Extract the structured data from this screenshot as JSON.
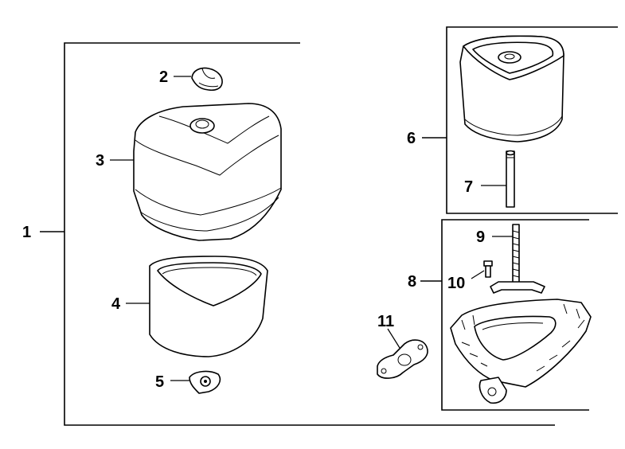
{
  "callouts": {
    "c1": "1",
    "c2": "2",
    "c3": "3",
    "c4": "4",
    "c5": "5",
    "c6": "6",
    "c7": "7",
    "c8": "8",
    "c9": "9",
    "c10": "10",
    "c11": "11"
  },
  "parts": [
    {
      "callout": "1",
      "icon": "air-cleaner-assembly-bracket"
    },
    {
      "callout": "2",
      "icon": "wing-nut-icon"
    },
    {
      "callout": "3",
      "icon": "air-cleaner-cover-icon"
    },
    {
      "callout": "4",
      "icon": "foam-precleaner-icon"
    },
    {
      "callout": "5",
      "icon": "cover-nut-icon"
    },
    {
      "callout": "6",
      "icon": "paper-element-icon"
    },
    {
      "callout": "7",
      "icon": "stud-icon"
    },
    {
      "callout": "8",
      "icon": "base-assembly-bracket"
    },
    {
      "callout": "9",
      "icon": "base-stud-icon"
    },
    {
      "callout": "10",
      "icon": "screw-icon"
    },
    {
      "callout": "11",
      "icon": "gasket-icon"
    }
  ]
}
